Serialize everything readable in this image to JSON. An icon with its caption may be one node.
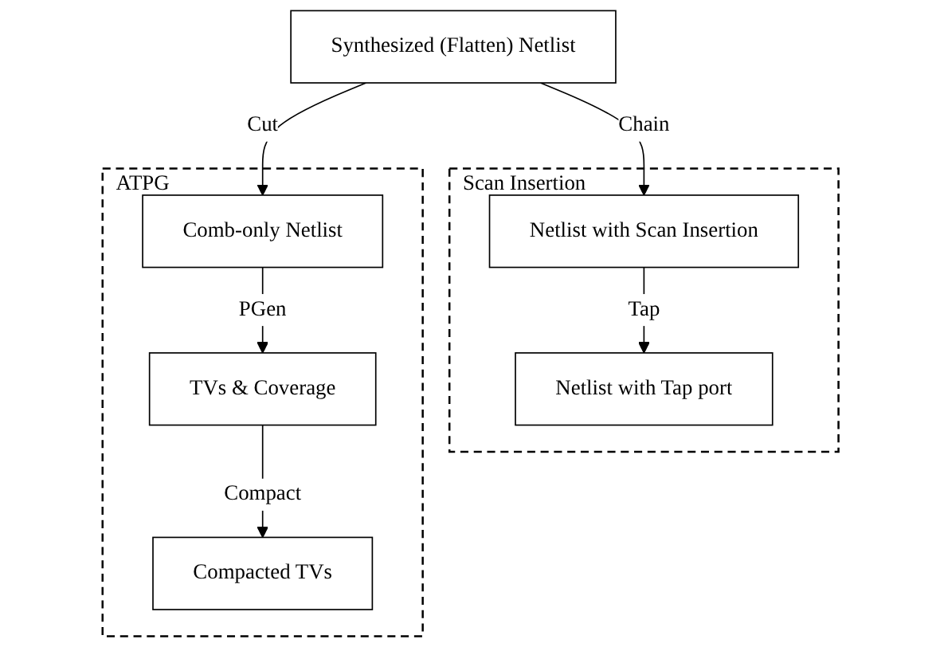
{
  "diagram": {
    "nodes": [
      {
        "text": [
          "Synthesized (Flatten) Netlist"
        ]
      },
      {
        "text": [
          "Scan Insertion"
        ]
      },
      {
        "text": [
          "Netlist with Scan Insertion"
        ],
        "in": 1
      },
      {
        "text": [
          "Netlist with Tap port"
        ],
        "in": 1
      },
      {
        "text": [
          "ATPG"
        ]
      },
      {
        "text": [
          "Comb-only Netlist"
        ],
        "in": 4
      },
      {
        "text": [
          "TVs & Coverage"
        ],
        "in": 4
      },
      {
        "text": [
          "Compacted TVs"
        ],
        "in": 4
      }
    ],
    "edges": [
      {
        "from": 0,
        "to": 2,
        "arrow": "to",
        "label": "Chain"
      },
      {
        "from": 0,
        "to": 5,
        "arrow": "to",
        "label": "Cut"
      },
      {
        "from": 2,
        "to": 3,
        "arrow": "to",
        "label": "Tap"
      },
      {
        "from": 5,
        "to": 6,
        "arrow": "to",
        "label": "PGen"
      },
      {
        "from": 6,
        "to": 7,
        "arrow": "to",
        "label": "Compact"
      }
    ]
  }
}
